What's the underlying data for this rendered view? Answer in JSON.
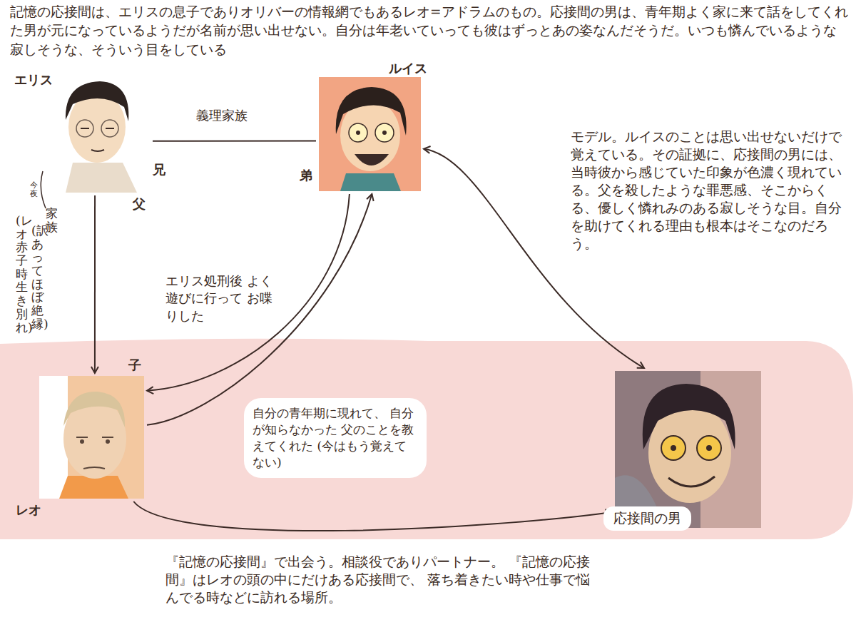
{
  "diagram": {
    "title": "記憶の応接間は、エリスの息子でありオリバーの情報網でもあるレオ=アドラムのもの。応接間の男は、青年期よく家に来て話をしてくれた男が元になっているようだが名前が思い出せない。自分は年老いていっても彼はずっとあの姿なんだそうだ。いつも憐んでいるような寂しそうな、そういう目をしている",
    "nodes": [
      {
        "text": [
          "エリス"
        ]
      },
      {
        "text": [
          "ルイス"
        ]
      },
      {
        "text": [
          "レオ"
        ]
      },
      {
        "text": [
          "応接間の男"
        ]
      }
    ],
    "edges": [
      {
        "from": 0,
        "to": 1,
        "label": "義理家族",
        "arrow": "none"
      },
      {
        "from": 0,
        "to": 2,
        "label": "家族",
        "arrow": "to"
      },
      {
        "from": 1,
        "to": 2,
        "label": "エリス処刑後 よく遊びに行って お喋りした",
        "arrow": "to"
      },
      {
        "from": 2,
        "to": 1,
        "label": "自分の青年期に現れて、 自分が知らなかった 父のことを教えてくれた (今はもう覚えてない)",
        "arrow": "to"
      },
      {
        "from": 1,
        "to": 3,
        "label": "モデル。ルイスのことは思い出せないだけで覚えている。その証拠に、応接間の男には、当時彼から感じていた印象が色濃く現れている。父を殺したような罪悪感、そこからくる、優しく憐れみのある寂しそうな目。自分を助けてくれる理由も根本はそこなのだろう。",
        "arrow": "both"
      },
      {
        "from": 2,
        "to": 3,
        "label": "『記憶の応接間』で出会う。相談役でありパートナー。 『記憶の応接間』はレオの頭の中にだけある応接間で、 落ち着きたい時や仕事で悩んでる時などに訪れる場所。",
        "arrow": "to"
      }
    ],
    "labels": [
      "兄",
      "父",
      "今夜",
      "弟",
      "子",
      "(訳あってほぼ絶縁)",
      "(レオ赤子時生き別れ)"
    ]
  }
}
